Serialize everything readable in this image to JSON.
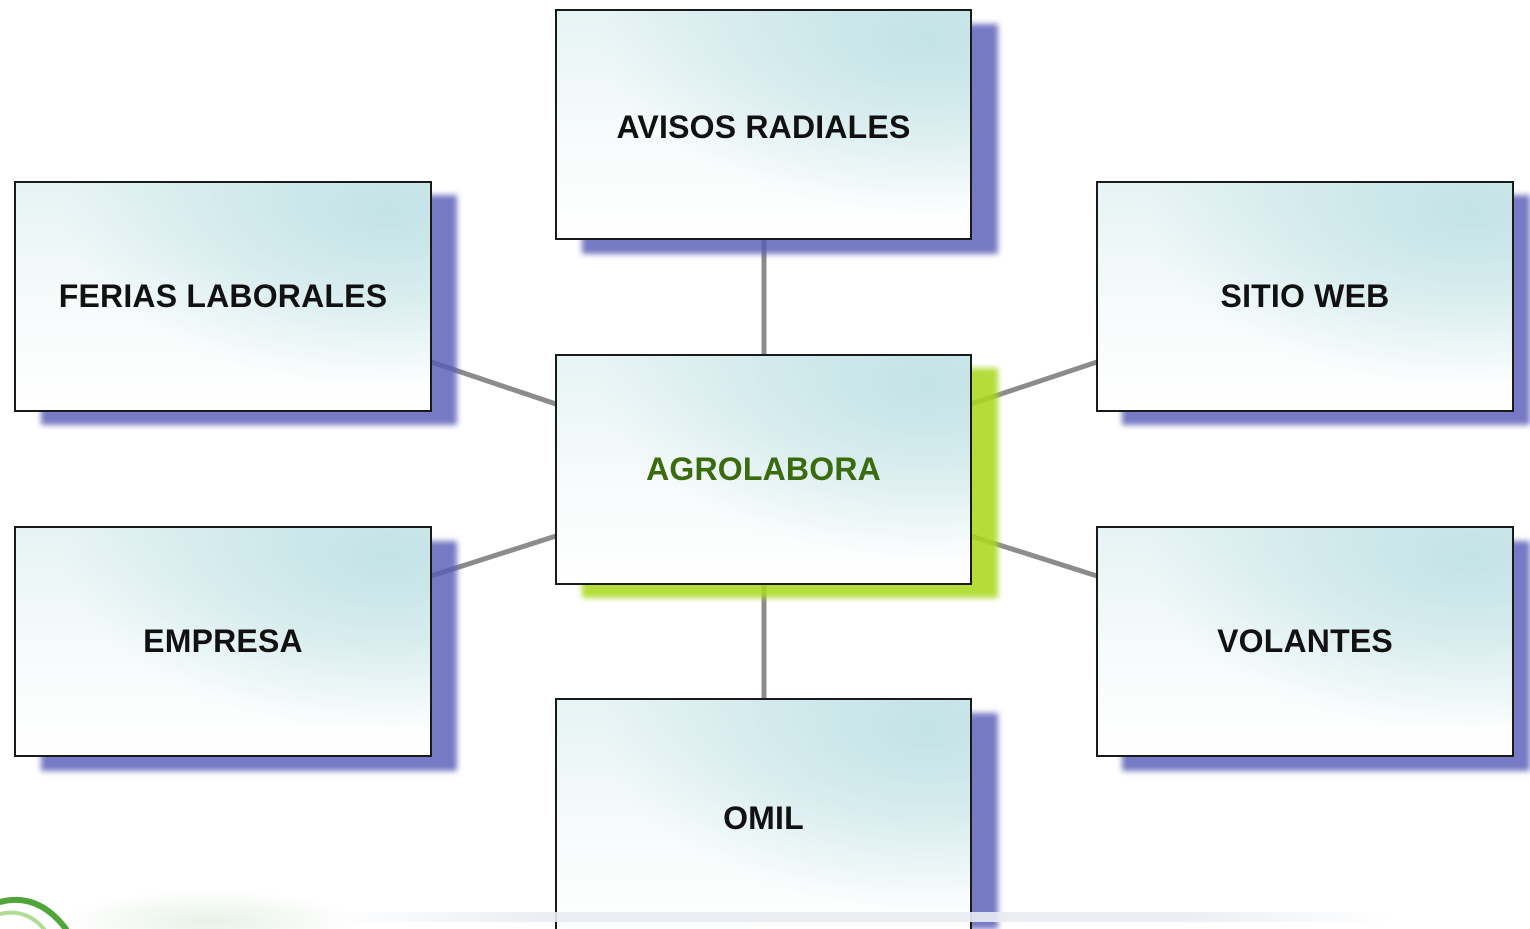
{
  "diagram": {
    "center": {
      "label": "AGROLABORA"
    },
    "nodes": {
      "top": {
        "label": "AVISOS RADIALES"
      },
      "top_left": {
        "label": "FERIAS LABORALES"
      },
      "top_right": {
        "label": "SITIO WEB"
      },
      "bottom_left": {
        "label": "EMPRESA"
      },
      "bottom_right": {
        "label": "VOLANTES"
      },
      "bottom": {
        "label": "OMIL"
      }
    }
  },
  "colors": {
    "center_text": "#3a6b0e",
    "node_text": "#111111",
    "node_shadow": "#585cb6",
    "center_shadow": "#aad820",
    "connector": "#8c8c8c",
    "logo_arc": "#4fa43a"
  },
  "icons": {
    "logo": "green-arc-logo-icon"
  }
}
